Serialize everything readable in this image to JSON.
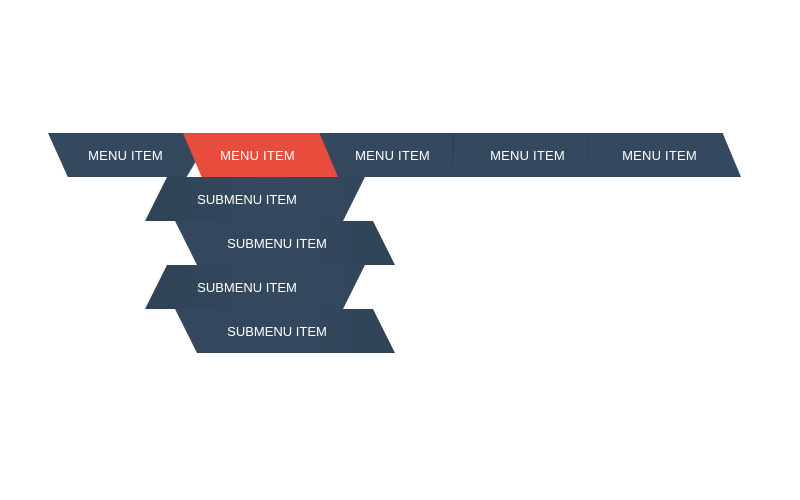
{
  "menu": {
    "items": [
      {
        "label": "MENU ITEM"
      },
      {
        "label": "MENU ITEM",
        "active": true
      },
      {
        "label": "MENU ITEM"
      },
      {
        "label": "MENU ITEM"
      },
      {
        "label": "MENU ITEM"
      }
    ],
    "colors": {
      "background": "#34495e",
      "active": "#e74c3c",
      "text": "#ffffff"
    }
  },
  "submenu": {
    "items": [
      {
        "label": "SUBMENU ITEM"
      },
      {
        "label": "SUBMENU ITEM"
      },
      {
        "label": "SUBMENU ITEM"
      },
      {
        "label": "SUBMENU ITEM"
      }
    ]
  }
}
